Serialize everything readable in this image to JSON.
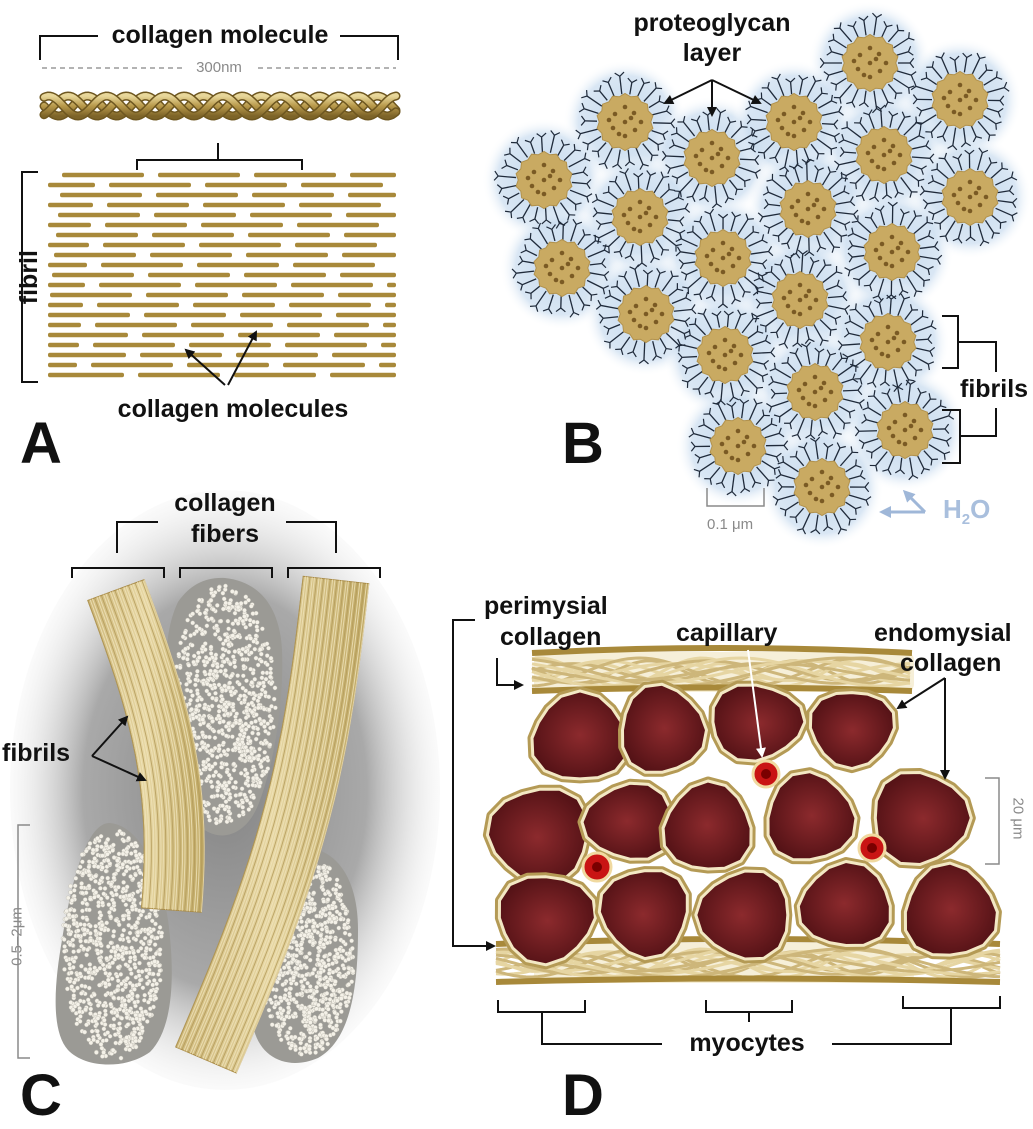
{
  "panelA": {
    "letter": "A",
    "molecule_label": "collagen molecule",
    "length_label": "300nm",
    "fibril_label": "fibril",
    "molecules_label": "collagen molecules"
  },
  "panelB": {
    "letter": "B",
    "proteoglycan_label_1": "proteoglycan",
    "proteoglycan_label_2": "layer",
    "fibrils_label": "fibrils",
    "scale_label": "0.1 μm",
    "water_label_H": "H",
    "water_label_sub": "2",
    "water_label_O": "O"
  },
  "panelC": {
    "letter": "C",
    "fibers_label_1": "collagen",
    "fibers_label_2": "fibers",
    "fibrils_label": "fibrils",
    "scale_label": "0.5–2μm"
  },
  "panelD": {
    "letter": "D",
    "perimysial_1": "perimysial",
    "perimysial_2": "collagen",
    "capillary_label": "capillary",
    "endomysial_1": "endomysial",
    "endomysial_2": "collagen",
    "scale_label": "20 μm",
    "myocytes_label": "myocytes"
  },
  "colors": {
    "collagen_gold": "#a8893a",
    "collagen_light": "#d9c58a",
    "myocyte": "#6b1a1e",
    "capillary": "#e01515",
    "water_halo": "#bcd3ea",
    "scale_gray": "#8a8a8a"
  }
}
